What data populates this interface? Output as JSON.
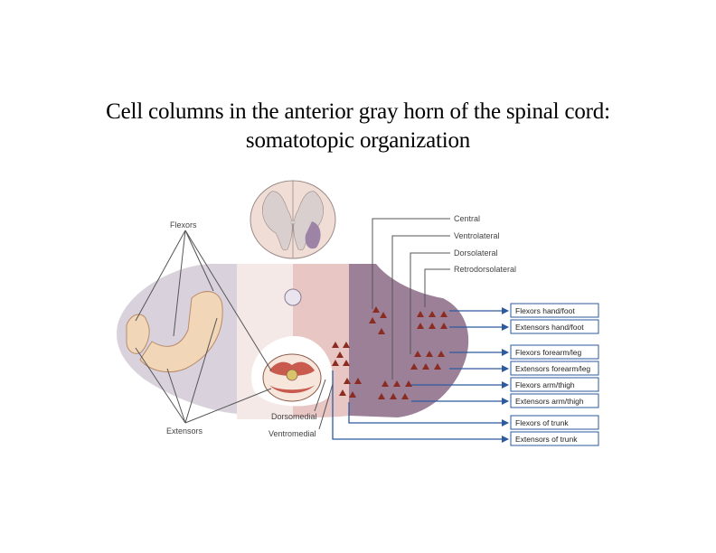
{
  "title": {
    "line1": "Cell columns in the anterior gray horn of the spinal cord:",
    "line2": "somatotopic organization"
  },
  "diagram": {
    "left_labels": {
      "flexors": "Flexors",
      "extensors": "Extensors",
      "dorsomedial": "Dorsomedial",
      "ventromedial": "Ventromedial"
    },
    "column_labels": [
      "Central",
      "Ventrolateral",
      "Dorsolateral",
      "Retrodorsolateral"
    ],
    "target_boxes": [
      "Flexors hand/foot",
      "Extensors hand/foot",
      "Flexors forearm/leg",
      "Extensors forearm/leg",
      "Flexors arm/thigh",
      "Extensors arm/thigh",
      "Flexors of trunk",
      "Extensors of trunk"
    ],
    "colors": {
      "arrow_blue": "#2d5a9e",
      "neuron_red": "#8b2c22",
      "lateral_purple": "#9b8098",
      "ventral_pink": "#e6c4c1",
      "light_pink": "#f4e7e6",
      "lavender": "#d8d0dd",
      "skin": "#f1d6b8"
    }
  }
}
